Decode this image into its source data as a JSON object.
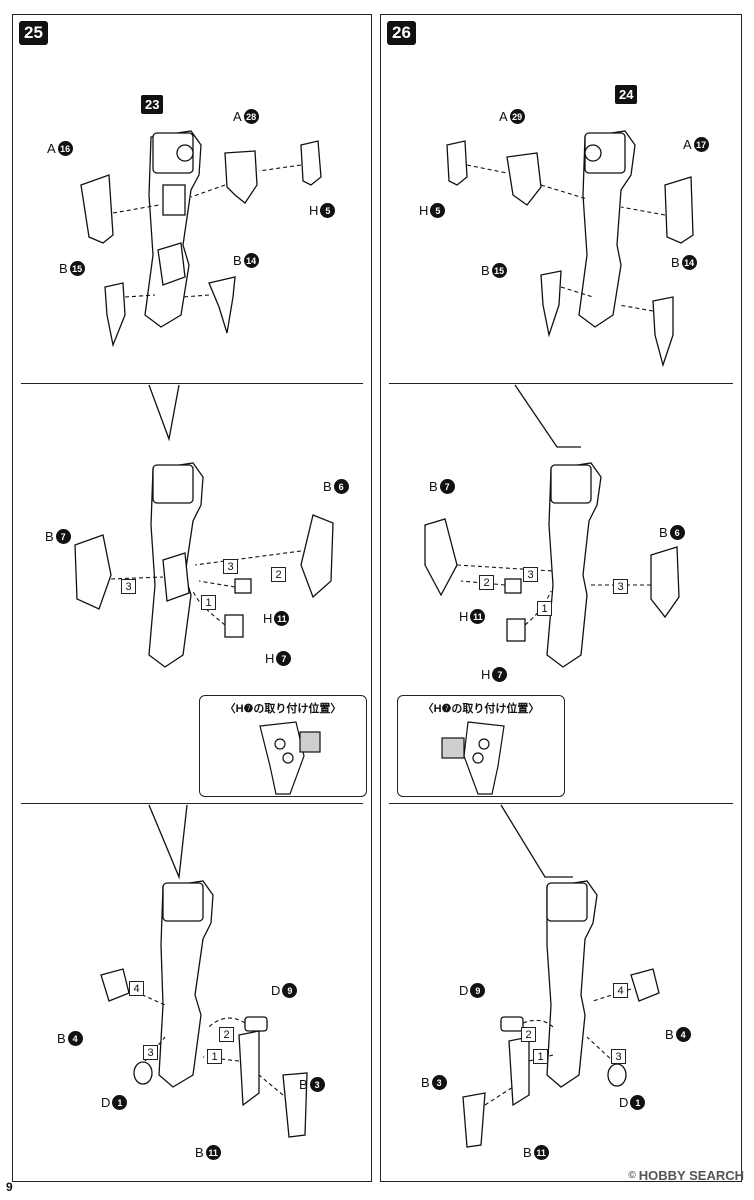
{
  "steps": [
    {
      "number": "25",
      "assembly_label": "23",
      "panel1": {
        "labels": [
          {
            "letter": "A",
            "num": "16"
          },
          {
            "letter": "A",
            "num": "28"
          },
          {
            "letter": "H",
            "num": "5"
          },
          {
            "letter": "B",
            "num": "15"
          },
          {
            "letter": "B",
            "num": "14"
          }
        ]
      },
      "panel2": {
        "labels": [
          {
            "letter": "B",
            "num": "6"
          },
          {
            "letter": "B",
            "num": "7"
          },
          {
            "letter": "H",
            "num": "11"
          },
          {
            "letter": "H",
            "num": "7"
          }
        ],
        "sequence": [
          "3",
          "3",
          "2",
          "1"
        ],
        "inset_title": "〈H❼の取り付け位置〉"
      },
      "panel3": {
        "labels": [
          {
            "letter": "B",
            "num": "4"
          },
          {
            "letter": "D",
            "num": "9"
          },
          {
            "letter": "D",
            "num": "1"
          },
          {
            "letter": "B",
            "num": "3"
          },
          {
            "letter": "B",
            "num": "11"
          }
        ],
        "sequence": [
          "4",
          "2",
          "3",
          "1"
        ]
      }
    },
    {
      "number": "26",
      "assembly_label": "24",
      "panel1": {
        "labels": [
          {
            "letter": "A",
            "num": "29"
          },
          {
            "letter": "A",
            "num": "17"
          },
          {
            "letter": "H",
            "num": "5"
          },
          {
            "letter": "B",
            "num": "15"
          },
          {
            "letter": "B",
            "num": "14"
          }
        ]
      },
      "panel2": {
        "labels": [
          {
            "letter": "B",
            "num": "7"
          },
          {
            "letter": "B",
            "num": "6"
          },
          {
            "letter": "H",
            "num": "11"
          },
          {
            "letter": "H",
            "num": "7"
          }
        ],
        "sequence": [
          "3",
          "2",
          "3",
          "1"
        ],
        "inset_title": "〈H❼の取り付け位置〉"
      },
      "panel3": {
        "labels": [
          {
            "letter": "D",
            "num": "9"
          },
          {
            "letter": "B",
            "num": "4"
          },
          {
            "letter": "B",
            "num": "3"
          },
          {
            "letter": "D",
            "num": "1"
          },
          {
            "letter": "B",
            "num": "11"
          }
        ],
        "sequence": [
          "4",
          "2",
          "1",
          "3"
        ]
      }
    }
  ],
  "page_number": "9",
  "watermark": {
    "copyright": "©",
    "brand": "HOBBY SEARCH"
  },
  "colors": {
    "ink": "#111111",
    "paper": "#ffffff",
    "shade": "#cfcfcf"
  }
}
